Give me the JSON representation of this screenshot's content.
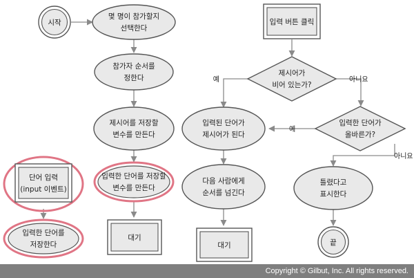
{
  "nodes": {
    "start": "시작",
    "select_count": [
      "몇 명이 참가할지",
      "선택한다"
    ],
    "set_order": [
      "참가자 순서를",
      "정한다"
    ],
    "store_word_var": [
      "제시어를 저장할",
      "변수를 만든다"
    ],
    "input_word_var": [
      "입력한 단어를 저장할",
      "변수를 만든다"
    ],
    "wait_left": "대기",
    "word_input": [
      "단어 입력",
      "(input 이벤트)"
    ],
    "store_input": [
      "입력한 단어를",
      "저장한다"
    ],
    "click_button": "입력 버튼 클릭",
    "is_word_empty": [
      "제시어가",
      "비어 있는가?"
    ],
    "becomes_word": [
      "입력된 단어가",
      "제시어가 된다"
    ],
    "pass_next": [
      "다음 사람에게",
      "순서를 넘긴다"
    ],
    "wait_right": "대기",
    "is_correct": [
      "입력한 단어가",
      "올바른가?"
    ],
    "show_wrong": [
      "틀렸다고",
      "표시한다"
    ],
    "end": "끝"
  },
  "edges": {
    "yes": "예",
    "no": "아니요"
  },
  "colors": {
    "highlight": "#e07585",
    "node_fill": "#e9e9e9",
    "stroke": "#555555",
    "footer_bg": "#7f7f7f"
  },
  "footer": "Copyright © Gilbut, Inc. All rights reserved."
}
